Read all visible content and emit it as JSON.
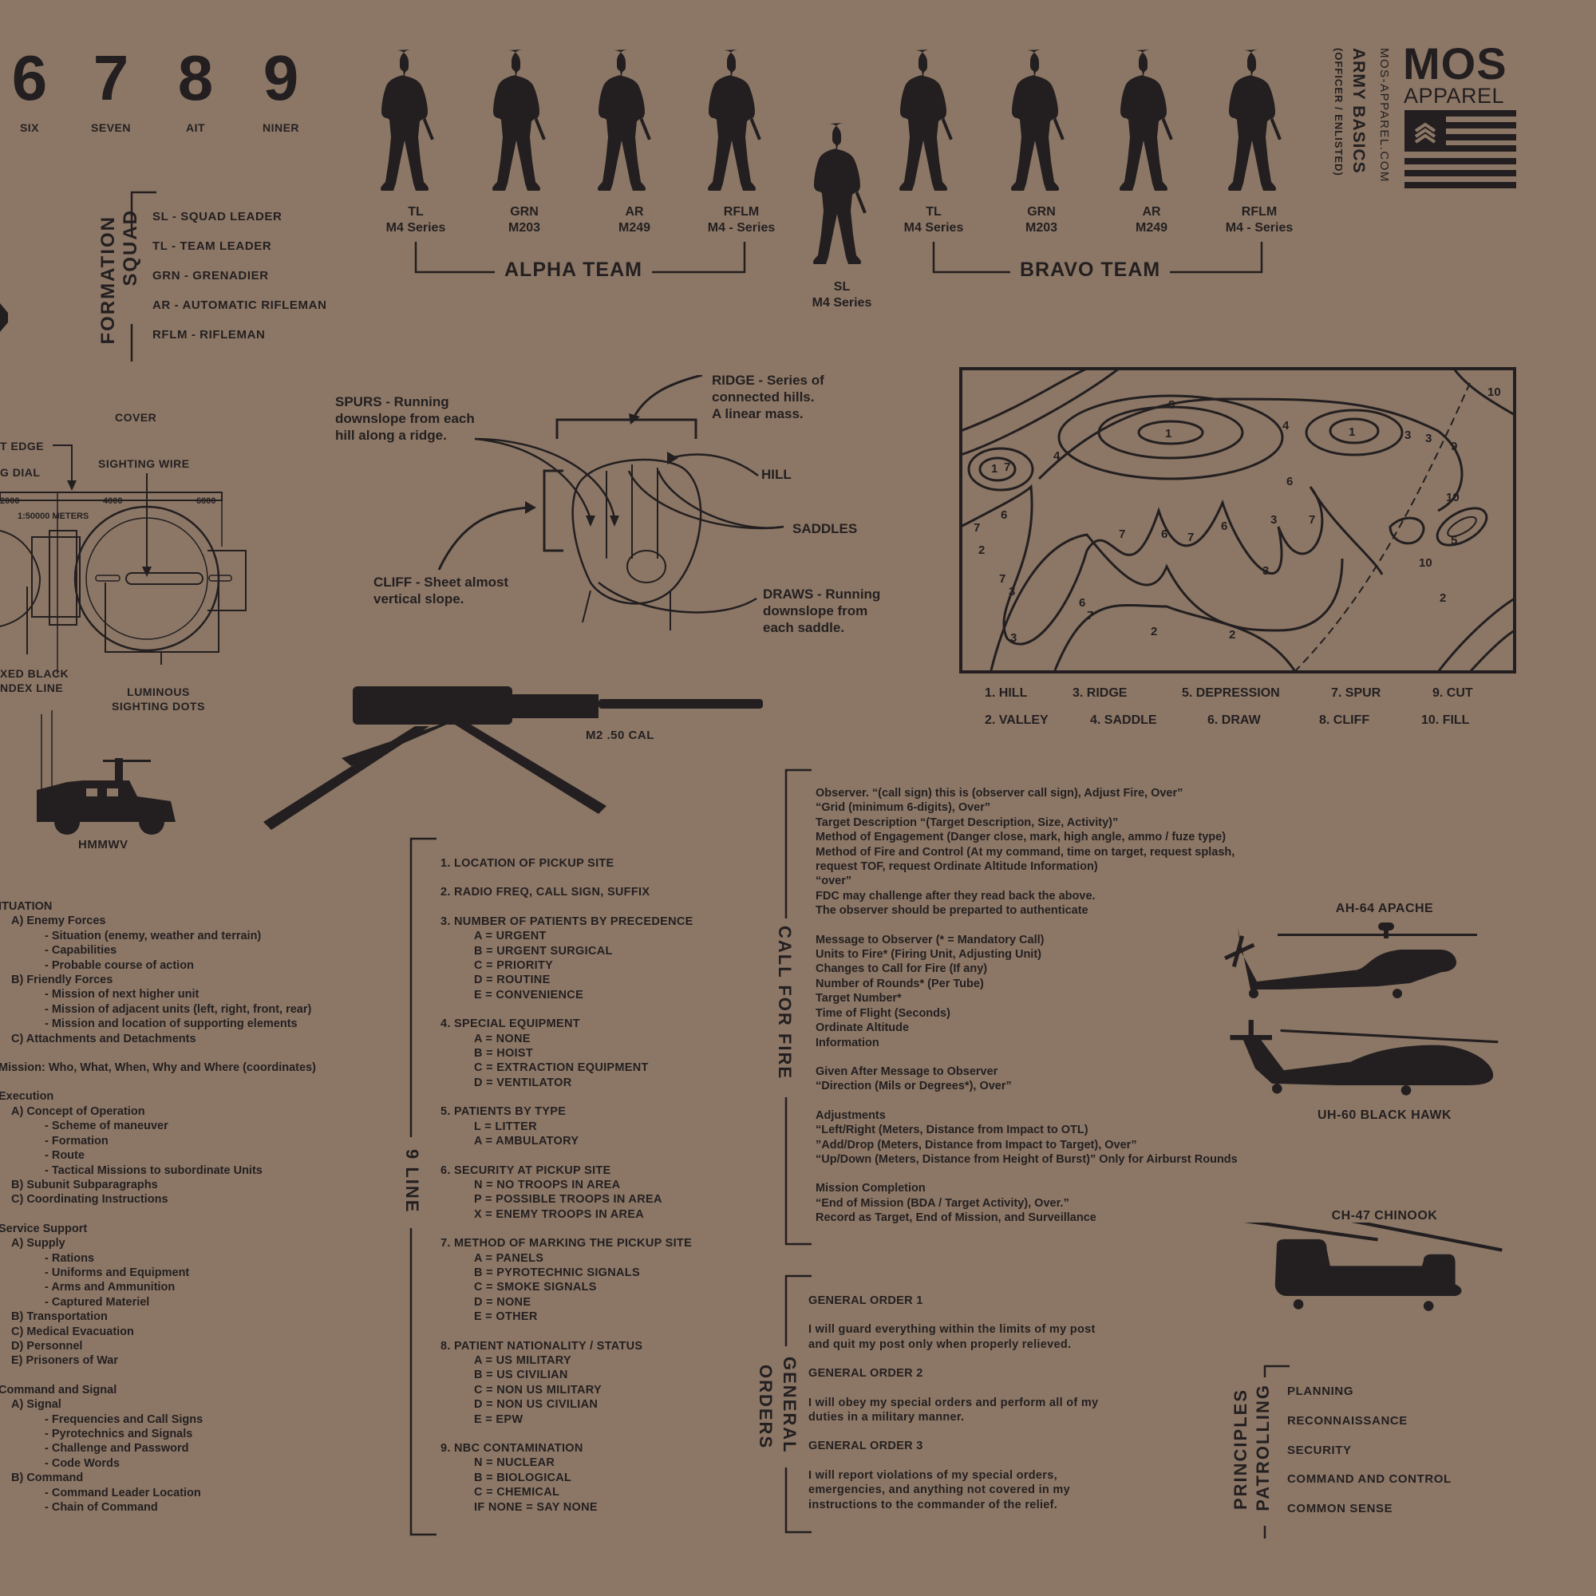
{
  "brand": {
    "logo_top": "MOS",
    "logo_bottom": "APPAREL",
    "title": "ARMY BASICS",
    "subtitle": "(OFFICER / ENLISTED)",
    "website": "MOS-APPAREL.COM"
  },
  "phonetic_numbers": [
    {
      "digit": "6",
      "word": "SIX"
    },
    {
      "digit": "7",
      "word": "SEVEN"
    },
    {
      "digit": "8",
      "word": "AIT"
    },
    {
      "digit": "9",
      "word": "NINER"
    }
  ],
  "squad_formation": {
    "title_line1": "SQUAD",
    "title_line2": "FORMATION",
    "items": [
      "SL - SQUAD LEADER",
      "TL - TEAM LEADER",
      "GRN - GRENADIER",
      "AR - AUTOMATIC RIFLEMAN",
      "RFLM - RIFLEMAN"
    ]
  },
  "alpha_team": {
    "title": "ALPHA TEAM",
    "members": [
      {
        "role": "TL",
        "weapon": "M4 Series"
      },
      {
        "role": "GRN",
        "weapon": "M203"
      },
      {
        "role": "AR",
        "weapon": "M249"
      },
      {
        "role": "RFLM",
        "weapon": "M4 - Series"
      }
    ]
  },
  "squad_leader": {
    "role": "SL",
    "weapon": "M4 Series"
  },
  "bravo_team": {
    "title": "BRAVO TEAM",
    "members": [
      {
        "role": "TL",
        "weapon": "M4 Series"
      },
      {
        "role": "GRN",
        "weapon": "M203"
      },
      {
        "role": "AR",
        "weapon": "M249"
      },
      {
        "role": "RFLM",
        "weapon": "M4 - Series"
      }
    ]
  },
  "compass": {
    "cover": "COVER",
    "straight_edge": "T EDGE",
    "dial": "G DIAL",
    "sighting_wire": "SIGHTING WIRE",
    "scale_2000": "2000",
    "scale_4000": "4000",
    "scale_6000": "6000",
    "scale_ratio": "1:50000 METERS",
    "index_line_1": "XED BLACK",
    "index_line_2": "NDEX LINE",
    "dots_1": "LUMINOUS",
    "dots_2": "SIGHTING DOTS"
  },
  "terrain_fist": {
    "spurs": [
      "SPURS - Running",
      "downslope from each",
      "hill along a ridge."
    ],
    "ridge": [
      "RIDGE - Series of",
      "connected hills.",
      "A linear mass."
    ],
    "hill": "HILL",
    "saddles": "SADDLES",
    "cliff": [
      "CLIFF - Sheet almost",
      "vertical slope."
    ],
    "draws": [
      "DRAWS - Running",
      "downslope from",
      "each saddle."
    ]
  },
  "terrain_map": {
    "legend_row1": [
      "1. HILL",
      "3. RIDGE",
      "5. DEPRESSION",
      "7. SPUR",
      "9. CUT"
    ],
    "legend_row2": [
      "2. VALLEY",
      "4. SADDLE",
      "6. DRAW",
      "8. CLIFF",
      "10. FILL"
    ]
  },
  "vehicles": {
    "hmmwv": "HMMWV",
    "m2": "M2 .50 CAL"
  },
  "opord": {
    "sections": [
      {
        "head": "ITUATION",
        "lines": [
          {
            "lvl": 1,
            "t": "A) Enemy Forces"
          },
          {
            "lvl": 2,
            "t": "- Situation (enemy, weather and terrain)"
          },
          {
            "lvl": 2,
            "t": "- Capabilities"
          },
          {
            "lvl": 2,
            "t": "- Probable course of action"
          },
          {
            "lvl": 1,
            "t": "B) Friendly Forces"
          },
          {
            "lvl": 2,
            "t": "- Mission of next higher unit"
          },
          {
            "lvl": 2,
            "t": "- Mission of adjacent units (left, right, front, rear)"
          },
          {
            "lvl": 2,
            "t": "- Mission and location of supporting elements"
          },
          {
            "lvl": 1,
            "t": "C) Attachments and Detachments"
          }
        ]
      },
      {
        "head": "Mission: Who, What, When, Why and Where (coordinates)",
        "lines": []
      },
      {
        "head": "Execution",
        "lines": [
          {
            "lvl": 1,
            "t": "A) Concept of Operation"
          },
          {
            "lvl": 2,
            "t": "- Scheme of maneuver"
          },
          {
            "lvl": 2,
            "t": "- Formation"
          },
          {
            "lvl": 2,
            "t": "- Route"
          },
          {
            "lvl": 2,
            "t": "- Tactical Missions to subordinate Units"
          },
          {
            "lvl": 1,
            "t": "B) Subunit Subparagraphs"
          },
          {
            "lvl": 1,
            "t": "C) Coordinating Instructions"
          }
        ]
      },
      {
        "head": "Service Support",
        "lines": [
          {
            "lvl": 1,
            "t": "A) Supply"
          },
          {
            "lvl": 2,
            "t": "- Rations"
          },
          {
            "lvl": 2,
            "t": "- Uniforms and Equipment"
          },
          {
            "lvl": 2,
            "t": "- Arms and Ammunition"
          },
          {
            "lvl": 2,
            "t": "- Captured Materiel"
          },
          {
            "lvl": 1,
            "t": "B) Transportation"
          },
          {
            "lvl": 1,
            "t": "C) Medical Evacuation"
          },
          {
            "lvl": 1,
            "t": "D) Personnel"
          },
          {
            "lvl": 1,
            "t": "E) Prisoners of War"
          }
        ]
      },
      {
        "head": "Command and Signal",
        "lines": [
          {
            "lvl": 1,
            "t": "A) Signal"
          },
          {
            "lvl": 2,
            "t": "- Frequencies and Call Signs"
          },
          {
            "lvl": 2,
            "t": "- Pyrotechnics and Signals"
          },
          {
            "lvl": 2,
            "t": "- Challenge and Password"
          },
          {
            "lvl": 2,
            "t": "- Code Words"
          },
          {
            "lvl": 1,
            "t": "B) Command"
          },
          {
            "lvl": 2,
            "t": "- Command Leader Location"
          },
          {
            "lvl": 2,
            "t": "- Chain of Command"
          }
        ]
      }
    ]
  },
  "nine_line": {
    "title": "9 LINE",
    "lines": [
      {
        "head": "1. LOCATION OF PICKUP SITE",
        "subs": []
      },
      {
        "head": "2. RADIO FREQ, CALL SIGN, SUFFIX",
        "subs": []
      },
      {
        "head": "3. NUMBER OF PATIENTS BY PRECEDENCE",
        "subs": [
          "A = URGENT",
          "B = URGENT SURGICAL",
          "C = PRIORITY",
          "D = ROUTINE",
          "E = CONVENIENCE"
        ]
      },
      {
        "head": "4. SPECIAL EQUIPMENT",
        "subs": [
          "A = NONE",
          "B = HOIST",
          "C = EXTRACTION EQUIPMENT",
          "D = VENTILATOR"
        ]
      },
      {
        "head": "5. PATIENTS BY TYPE",
        "subs": [
          "L = LITTER",
          "A = AMBULATORY"
        ]
      },
      {
        "head": "6. SECURITY AT PICKUP SITE",
        "subs": [
          "N = NO TROOPS IN AREA",
          "P = POSSIBLE TROOPS IN AREA",
          "X = ENEMY TROOPS IN AREA"
        ]
      },
      {
        "head": "7. METHOD OF MARKING THE PICKUP SITE",
        "subs": [
          "A = PANELS",
          "B = PYROTECHNIC SIGNALS",
          "C = SMOKE SIGNALS",
          "D = NONE",
          "E = OTHER"
        ]
      },
      {
        "head": "8. PATIENT NATIONALITY / STATUS",
        "subs": [
          "A = US MILITARY",
          "B = US CIVILIAN",
          "C = NON US MILITARY",
          "D = NON US CIVILIAN",
          "E = EPW"
        ]
      },
      {
        "head": "9. NBC CONTAMINATION",
        "subs": [
          "N = NUCLEAR",
          "B = BIOLOGICAL",
          "C = CHEMICAL",
          "IF NONE = SAY NONE"
        ]
      }
    ]
  },
  "call_for_fire": {
    "title": "CALL FOR FIRE",
    "blocks": [
      [
        "Observer. “(call sign) this is (observer call sign), Adjust Fire, Over”",
        "“Grid (minimum 6-digits), Over”",
        "Target Description “(Target Description, Size, Activity)”",
        "Method of Engagement (Danger close, mark, high angle, ammo / fuze type)",
        "Method of Fire and Control (At my command, time on target, request splash,",
        "request TOF, request Ordinate Altitude Information)",
        "“over”",
        "FDC may challenge after they read back the above.",
        "The observer should be preparted to authenticate"
      ],
      [
        "Message to Observer (* = Mandatory Call)",
        "Units to Fire* (Firing Unit, Adjusting Unit)",
        "Changes to Call for Fire (If any)",
        "Number of Rounds* (Per Tube)",
        "Target Number*",
        "Time of Flight (Seconds)",
        "Ordinate Altitude",
        "Information"
      ],
      [
        "Given After Message to Observer",
        "“Direction (Mils or Degrees*), Over”"
      ],
      [
        "Adjustments",
        "“Left/Right (Meters, Distance from Impact to OTL)",
        "”Add/Drop (Meters, Distance from Impact to Target), Over”",
        "“Up/Down (Meters, Distance from Height of Burst)” Only for Airburst Rounds"
      ],
      [
        "Mission Completion",
        "“End of Mission (BDA / Target Activity), Over.”",
        "Record as Target, End of Mission, and Surveillance"
      ]
    ]
  },
  "general_orders": {
    "title_line1": "GENERAL",
    "title_line2": "ORDERS",
    "orders": [
      {
        "head": "GENERAL ORDER 1",
        "text": [
          "I will guard everything within the limits of my post",
          "and quit my post only when properly relieved."
        ]
      },
      {
        "head": "GENERAL ORDER 2",
        "text": [
          "I will obey my special orders and perform all of my",
          "duties in a military manner."
        ]
      },
      {
        "head": "GENERAL ORDER 3",
        "text": [
          "I will report violations of my special orders,",
          "emergencies, and anything not covered in my",
          "instructions to the commander of the relief."
        ]
      }
    ]
  },
  "aircraft": {
    "apache": "AH-64 APACHE",
    "blackhawk": "UH-60 BLACK HAWK",
    "chinook": "CH-47 CHINOOK"
  },
  "patrolling": {
    "title_line1": "PATROLLING",
    "title_line2": "PRINCIPLES",
    "items": [
      "PLANNING",
      "RECONNAISSANCE",
      "SECURITY",
      "COMMAND AND CONTROL",
      "COMMON SENSE"
    ]
  },
  "colors": {
    "background": "#8c7766",
    "ink": "#231f20"
  }
}
